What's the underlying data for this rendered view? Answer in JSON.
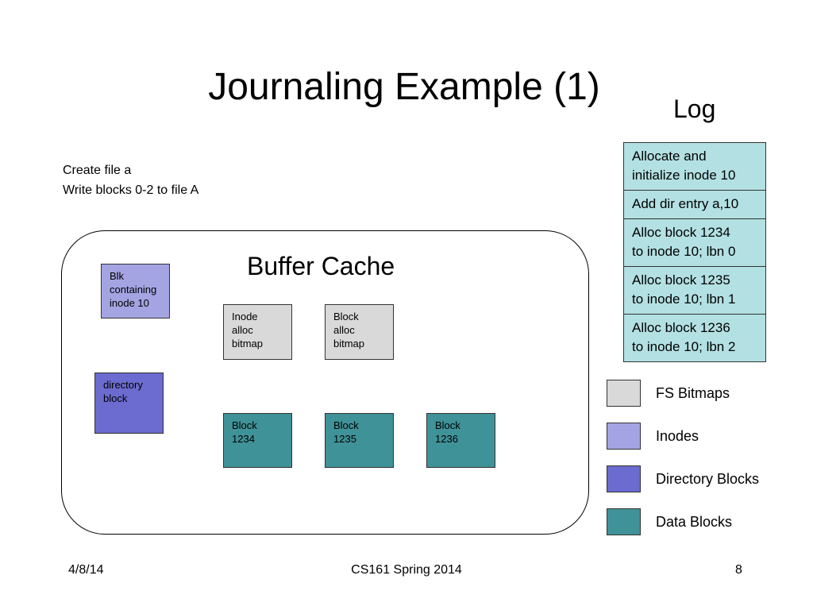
{
  "slide": {
    "title": "Journaling Example (1)",
    "description": [
      "Create file a",
      "Write blocks 0-2 to file A"
    ]
  },
  "log": {
    "title": "Log",
    "entries": [
      {
        "lines": [
          "Allocate and",
          "initialize inode 10"
        ]
      },
      {
        "lines": [
          "Add dir entry a,10"
        ]
      },
      {
        "lines": [
          "Alloc block 1234",
          "to inode 10; lbn 0"
        ]
      },
      {
        "lines": [
          "Alloc block 1235",
          "to inode 10; lbn 1"
        ]
      },
      {
        "lines": [
          "Alloc block 1236",
          "to inode 10; lbn 2"
        ]
      }
    ]
  },
  "buffer_cache": {
    "label": "Buffer Cache",
    "blocks": {
      "inode_block": [
        "Blk",
        "containing",
        "inode 10"
      ],
      "directory_block": [
        "directory",
        "block"
      ],
      "inode_bitmap": [
        "Inode",
        "alloc",
        "bitmap"
      ],
      "block_bitmap": [
        "Block",
        "alloc",
        "bitmap"
      ],
      "data_1234": [
        "Block",
        "1234"
      ],
      "data_1235": [
        "Block",
        "1235"
      ],
      "data_1236": [
        "Block",
        "1236"
      ]
    }
  },
  "legend": [
    {
      "label": "FS Bitmaps",
      "color": "#d9d9d9"
    },
    {
      "label": "Inodes",
      "color": "#a4a4e3"
    },
    {
      "label": "Directory Blocks",
      "color": "#6b6bd0"
    },
    {
      "label": "Data Blocks",
      "color": "#3f9298"
    }
  ],
  "footer": {
    "date": "4/8/14",
    "course": "CS161 Spring 2014",
    "page": "8"
  }
}
